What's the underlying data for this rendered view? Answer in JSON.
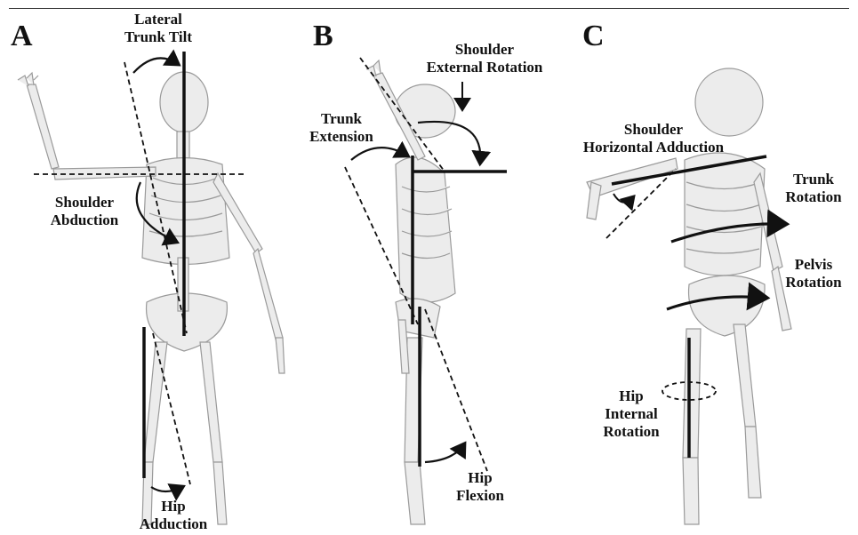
{
  "panels": {
    "a": {
      "letter": "A",
      "labels": {
        "lateral_trunk_tilt": [
          "Lateral",
          "Trunk Tilt"
        ],
        "shoulder_abduction": [
          "Shoulder",
          "Abduction"
        ],
        "hip_adduction": [
          "Hip",
          "Adduction"
        ]
      }
    },
    "b": {
      "letter": "B",
      "labels": {
        "shoulder_external_rotation": [
          "Shoulder",
          "External Rotation"
        ],
        "trunk_extension": [
          "Trunk",
          "Extension"
        ],
        "hip_flexion": [
          "Hip",
          "Flexion"
        ]
      }
    },
    "c": {
      "letter": "C",
      "labels": {
        "shoulder_horizontal_adduction": [
          "Shoulder",
          "Horizontal Adduction"
        ],
        "trunk_rotation": [
          "Trunk",
          "Rotation"
        ],
        "pelvis_rotation": [
          "Pelvis",
          "Rotation"
        ],
        "hip_internal_rotation": [
          "Hip",
          "Internal",
          "Rotation"
        ]
      }
    }
  },
  "colors": {
    "bone": "#ececec",
    "bone_stroke": "#9a9a9a",
    "line": "#111111"
  }
}
